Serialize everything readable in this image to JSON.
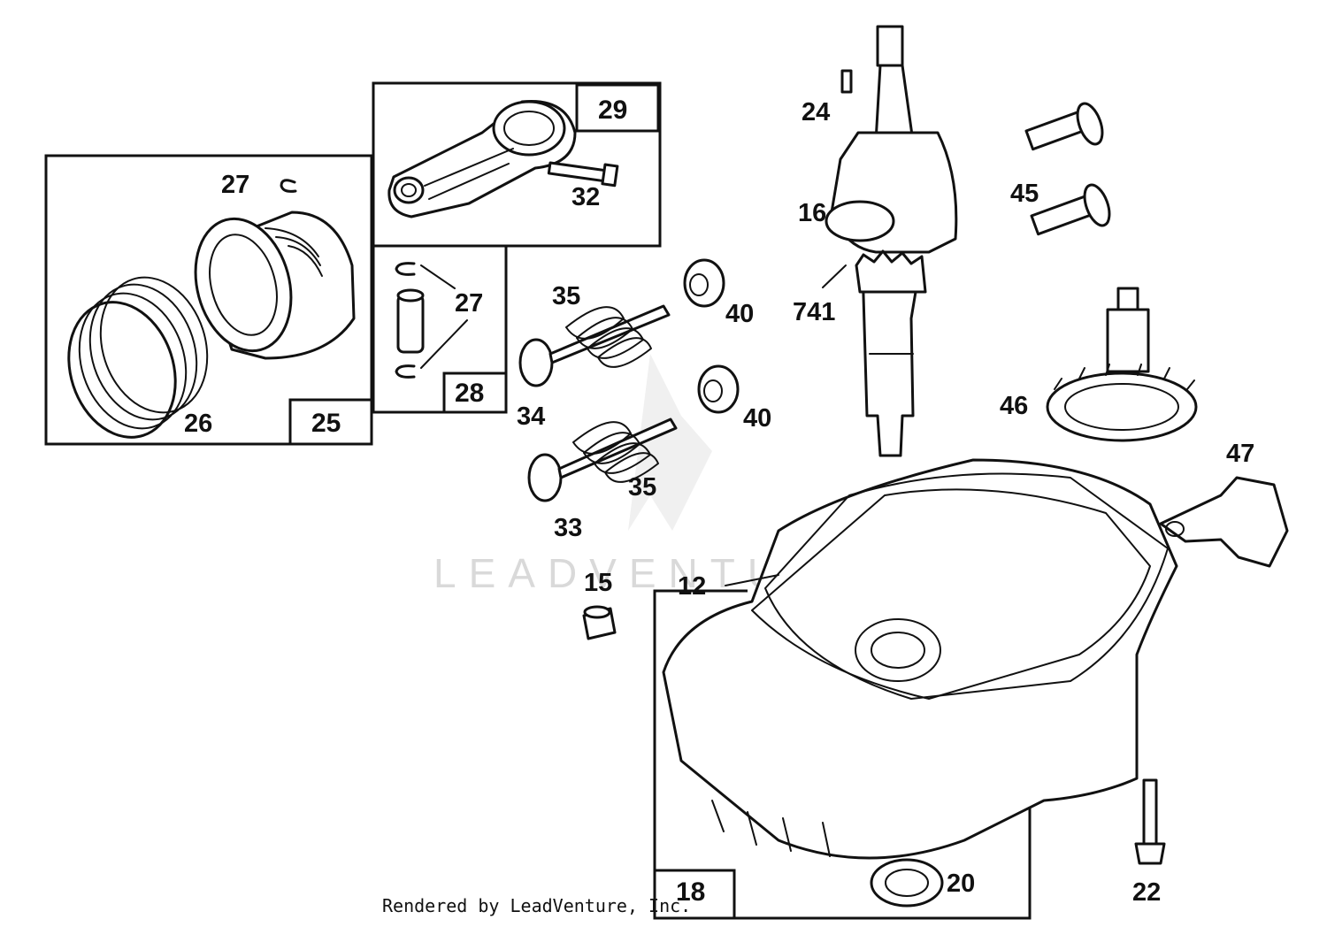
{
  "footer": "Rendered by LeadVenture, Inc.",
  "watermark": "LEADVENTURE",
  "kits": {
    "piston_kit": "25",
    "connecting_rod_kit": "29",
    "pin_kit": "28",
    "crankcase_kit": "18"
  },
  "callouts": {
    "retainer_top": "27",
    "retainer_pin": "27",
    "rings": "26",
    "rod_bolt": "32",
    "key": "24",
    "crankshaft": "16",
    "timing_gear": "741",
    "dowel": "45",
    "camshaft": "46",
    "governor": "47",
    "spring_intake": "35",
    "spring_exhaust": "35",
    "retainer_upper": "40",
    "retainer_lower": "40",
    "valve_exhaust": "34",
    "valve_intake": "33",
    "plug": "15",
    "gasket": "12",
    "seal": "20",
    "screw": "22"
  },
  "colors": {
    "ink": "#111111",
    "watermark": "#d9d9d9",
    "background": "#ffffff"
  }
}
